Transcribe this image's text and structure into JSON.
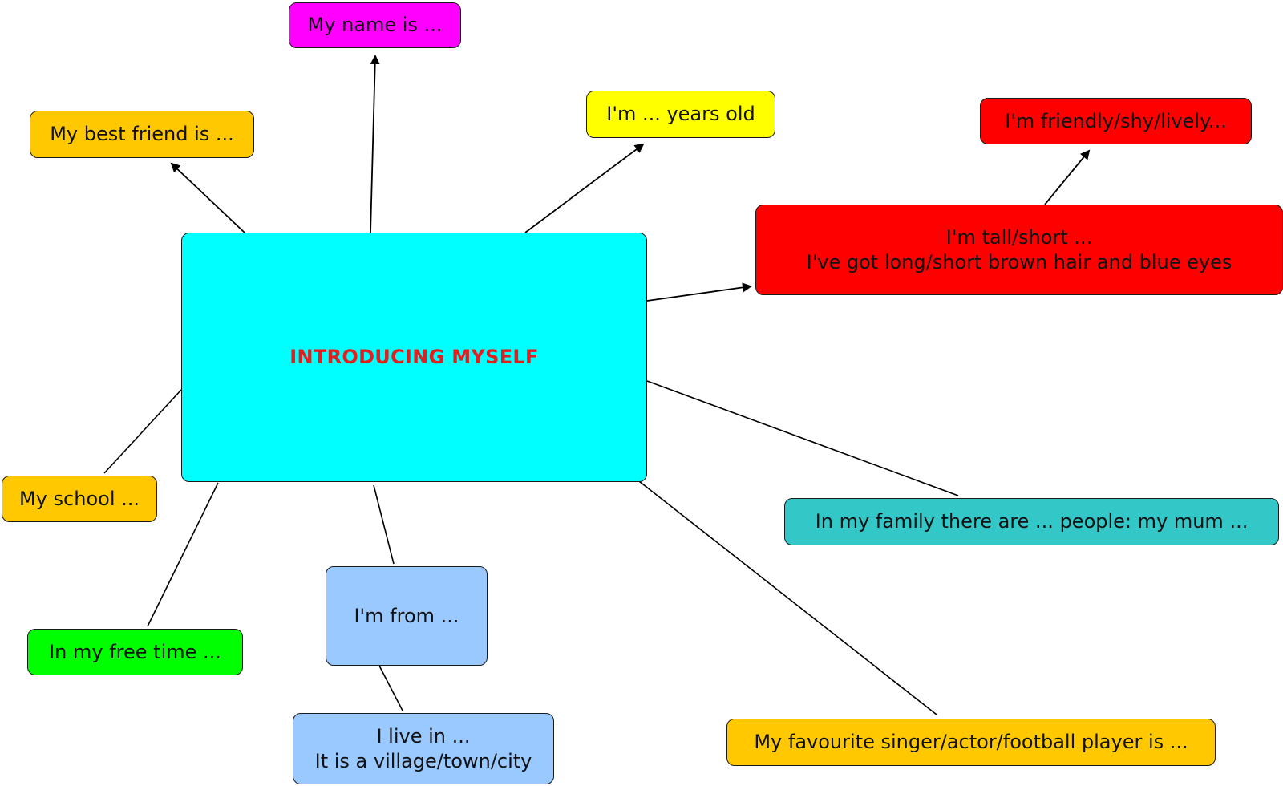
{
  "colors": {
    "center": "#00ffff",
    "center_text": "#e02020",
    "name": "#ff00ff",
    "age": "#ffff00",
    "friend": "#ffc800",
    "personality": "#ff0000",
    "appearance": "#ff0000",
    "family": "#33c7c7",
    "school": "#ffc800",
    "free_time": "#00ff00",
    "from": "#99c9ff",
    "live": "#99c9ff",
    "favourite": "#ffc800",
    "line": "#000000"
  },
  "center": {
    "title": "INTRODUCING MYSELF"
  },
  "nodes": {
    "name": "My name is ...",
    "age": "I'm ... years old",
    "best_friend": "My best friend is ...",
    "personality": "I'm friendly/shy/lively...",
    "appearance": {
      "line1": "I'm tall/short ...",
      "line2": "I've got long/short brown hair and blue eyes"
    },
    "family": "In my family there are ... people: my mum ...",
    "school": "My school ...",
    "free_time": "In my free time ...",
    "from": "I'm from ...",
    "live": {
      "line1": "I live in ...",
      "line2": "It is a village/town/city"
    },
    "favourite": "My favourite singer/actor/football player is ..."
  }
}
